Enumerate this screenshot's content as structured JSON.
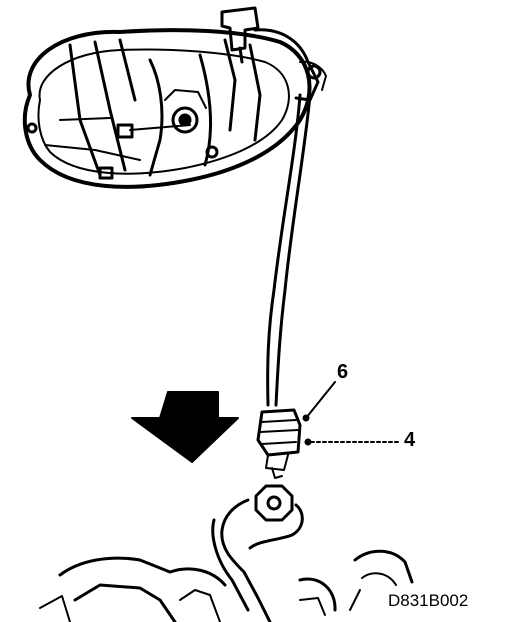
{
  "labels": {
    "part_6": "6",
    "part_4": "4"
  },
  "reference_code": "D831B002",
  "colors": {
    "line": "#000000",
    "background": "#ffffff"
  }
}
